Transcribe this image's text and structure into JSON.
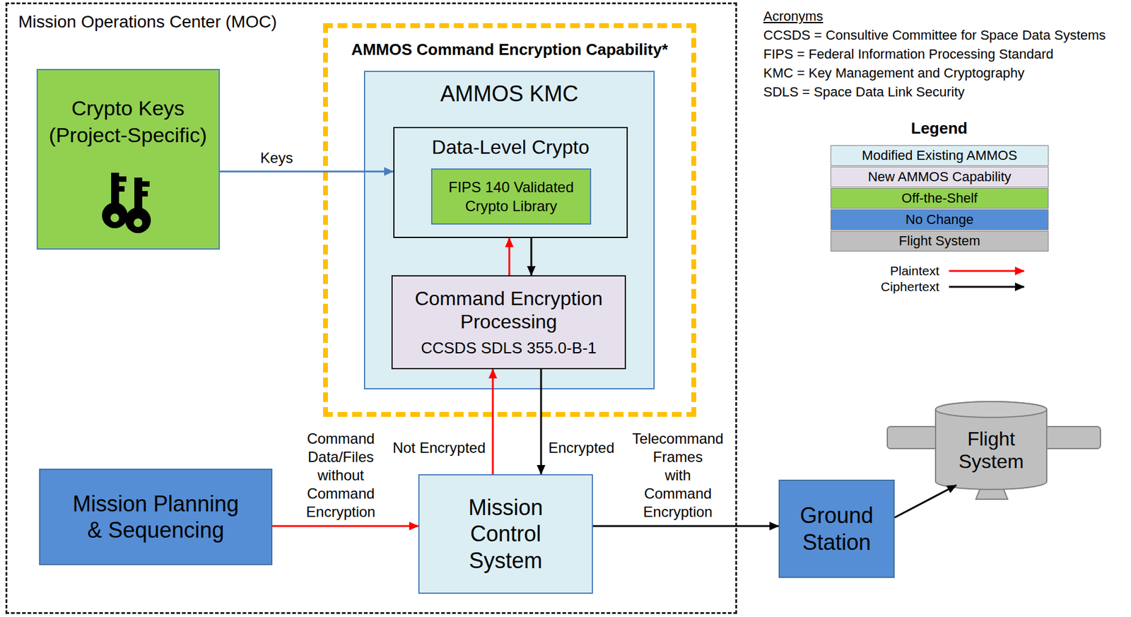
{
  "diagram": {
    "nodes": [
      {
        "text": [
          "Mission Operations Center (MOC)"
        ]
      },
      {
        "text": [
          "AMMOS Command Encryption Capability*"
        ],
        "in": 0
      },
      {
        "text": [
          "Crypto Keys (Project-Specific)"
        ],
        "in": 0
      },
      {
        "text": [
          "AMMOS KMC"
        ],
        "in": 1
      },
      {
        "text": [
          "Data-Level Crypto"
        ],
        "in": 3
      },
      {
        "text": [
          "FIPS 140 Validated Crypto Library"
        ],
        "in": 4
      },
      {
        "text": [
          "Command Encryption Processing",
          "CCSDS SDLS 355.0-B-1"
        ],
        "in": 3
      },
      {
        "text": [
          "Mission Planning & Sequencing"
        ],
        "in": 0
      },
      {
        "text": [
          "Mission Control System"
        ],
        "in": 0
      },
      {
        "text": [
          "Ground Station"
        ]
      },
      {
        "text": [
          "Flight System"
        ]
      }
    ],
    "edges": [
      {
        "from": 2,
        "to": 4,
        "label": "Keys",
        "arrow": "to"
      },
      {
        "from": 4,
        "to": 6,
        "arrow": "to"
      },
      {
        "from": 6,
        "to": 4,
        "arrow": "to"
      },
      {
        "from": 7,
        "to": 8,
        "label": "Command Data/Files without Command Encryption",
        "arrow": "to"
      },
      {
        "from": 8,
        "to": 6,
        "label": "Not Encrypted",
        "arrow": "to"
      },
      {
        "from": 6,
        "to": 8,
        "label": "Encrypted",
        "arrow": "to"
      },
      {
        "from": 8,
        "to": 9,
        "label": "Telecommand Frames with Command Encryption",
        "arrow": "to"
      },
      {
        "from": 9,
        "to": 10,
        "arrow": "to"
      }
    ],
    "labels": [
      "Acronyms",
      "CCSDS = Consultive Committee for Space Data Systems",
      "FIPS = Federal Information Processing Standard",
      "KMC = Key Management and Cryptography",
      "SDLS = Space Data Link Security",
      "Legend"
    ],
    "legend": [
      {
        "text": "Modified Existing AMMOS",
        "color": "#dbeef4"
      },
      {
        "text": "New AMMOS Capability",
        "color": "#e6e0ec"
      },
      {
        "text": "Off-the-Shelf",
        "color": "#92d050"
      },
      {
        "text": "No Change",
        "color": "#558ed5"
      },
      {
        "text": "Flight System",
        "color": "#bfbfbf"
      },
      {
        "text": "Plaintext"
      },
      {
        "text": "Ciphertext"
      }
    ]
  }
}
